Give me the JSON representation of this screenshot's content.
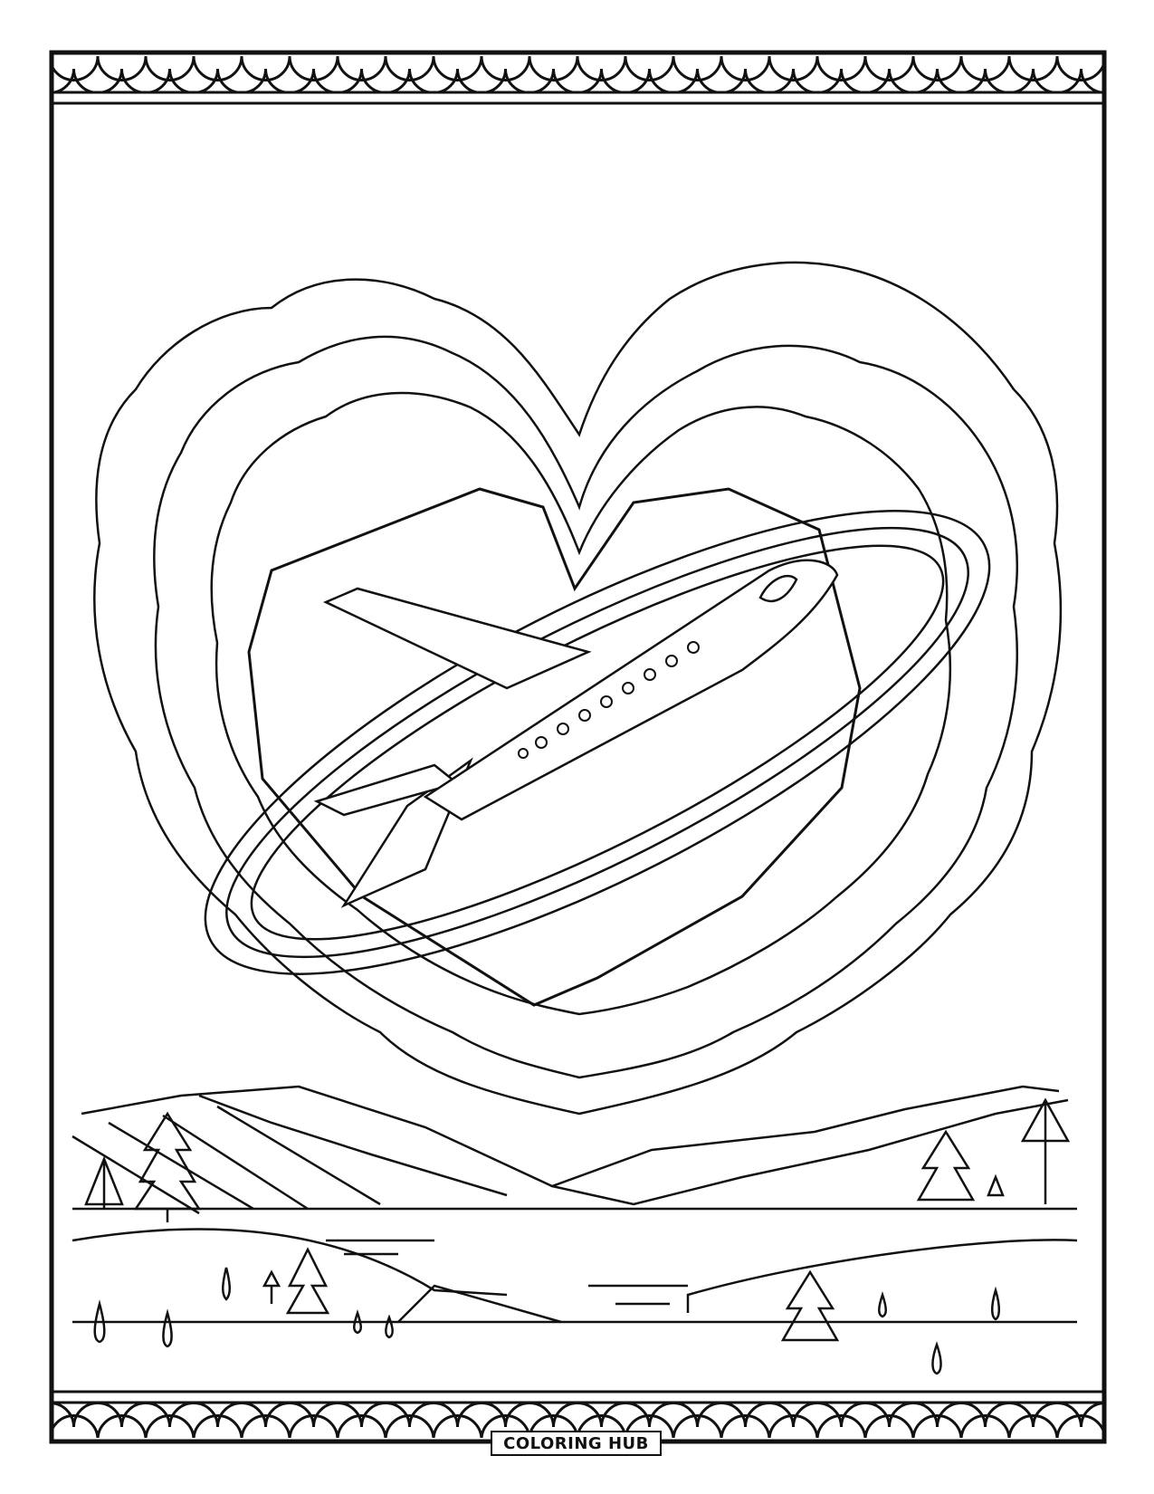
{
  "page": {
    "type": "coloring-page",
    "subject": "airplane flying through heart-shaped clouds over mountain lake landscape"
  },
  "footer": {
    "brand_label": "COLORING HUB"
  },
  "colors": {
    "line": "#111111",
    "paper": "#ffffff"
  }
}
